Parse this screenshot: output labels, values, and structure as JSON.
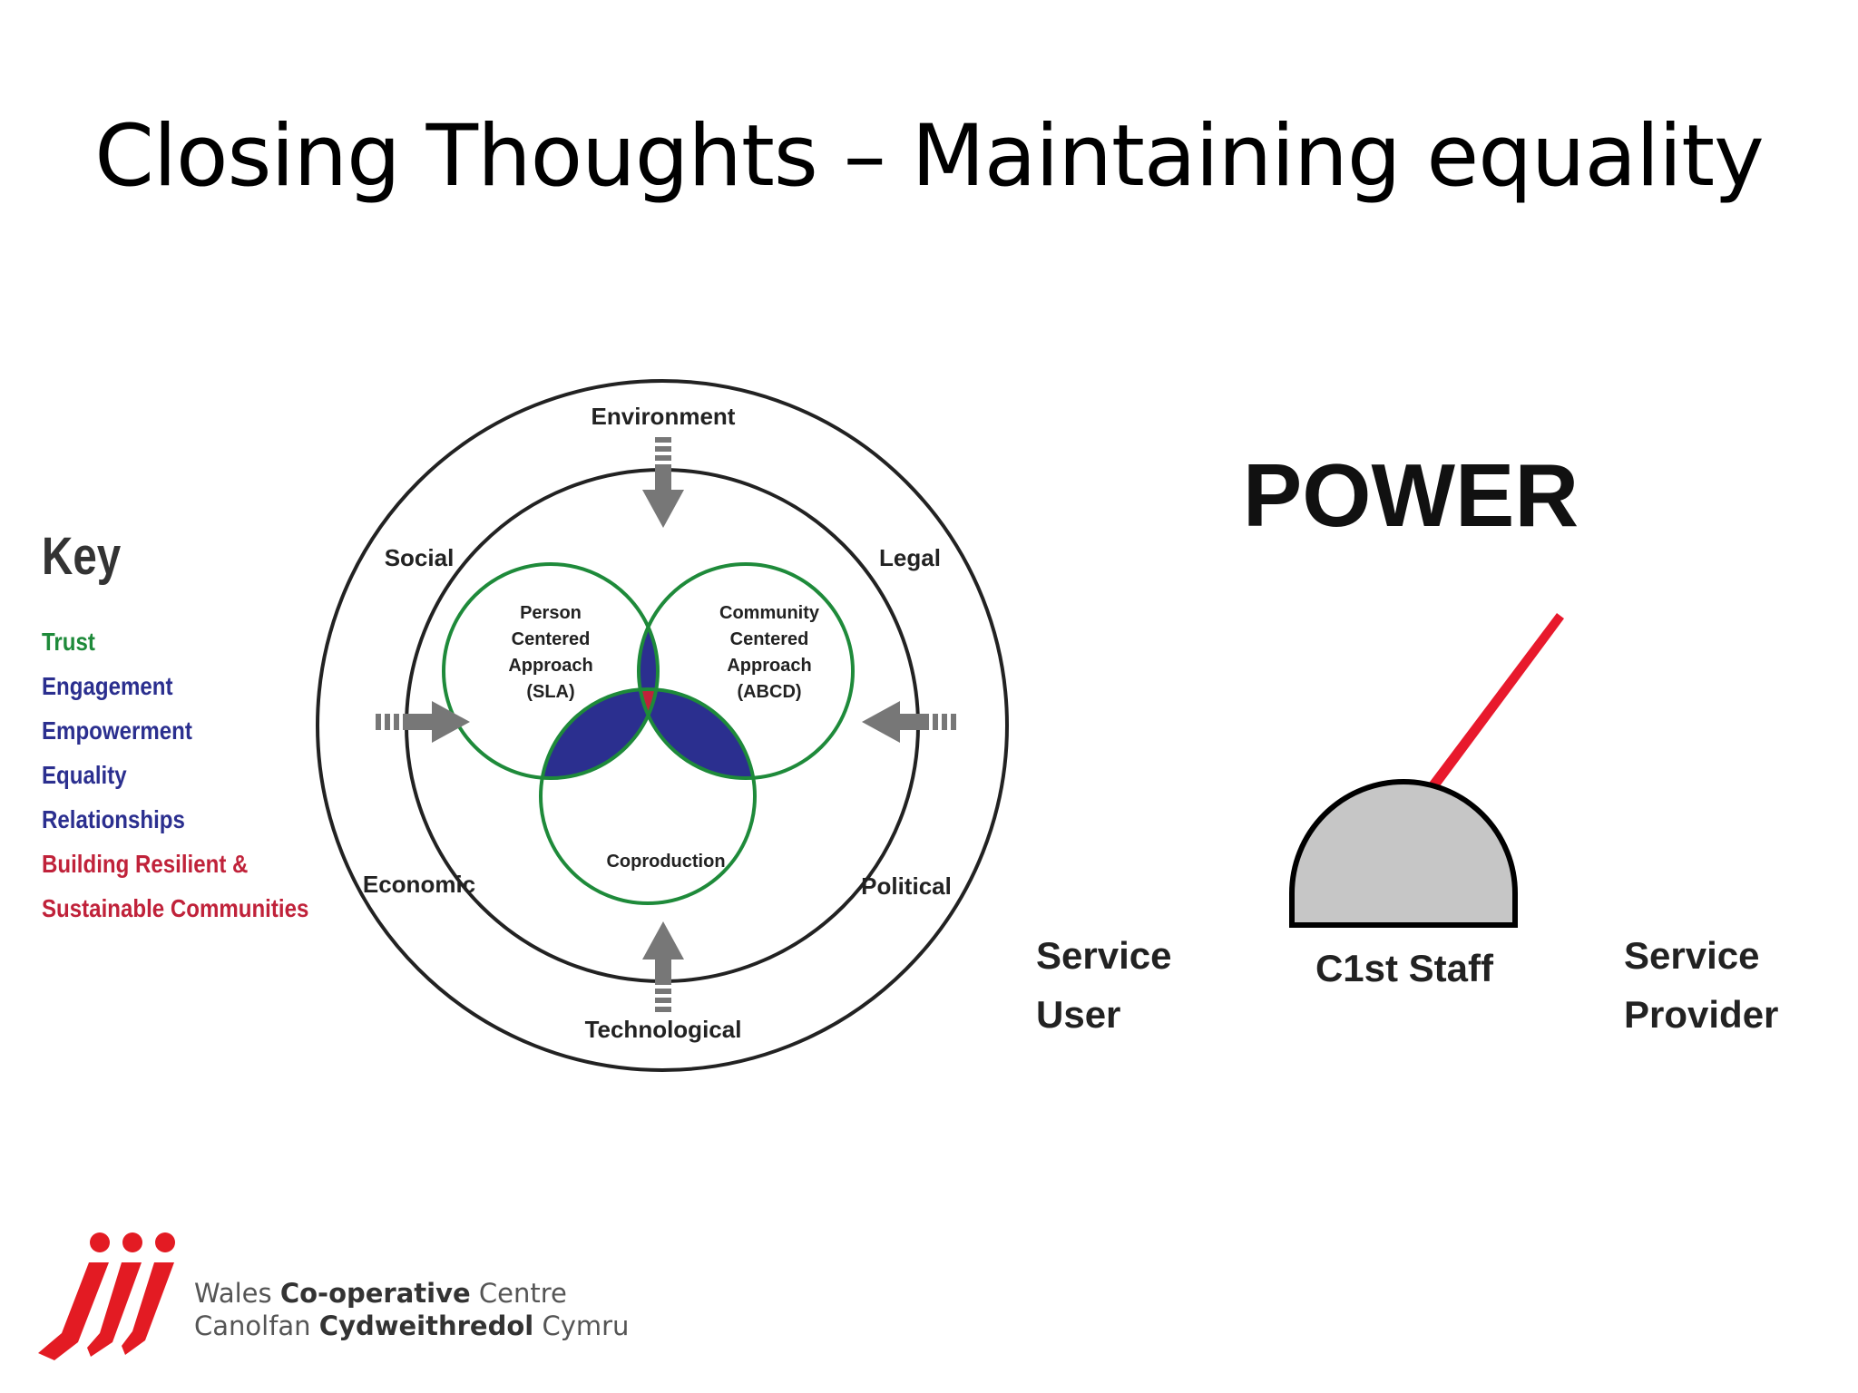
{
  "title": "Closing Thoughts – Maintaining equality",
  "key": {
    "heading": "Key",
    "items": [
      {
        "label": "Trust",
        "color": "#1e8a3a"
      },
      {
        "label": "Engagement",
        "color": "#2b2f8f"
      },
      {
        "label": "Empowerment",
        "color": "#2b2f8f"
      },
      {
        "label": "Equality",
        "color": "#2b2f8f"
      },
      {
        "label": "Relationships",
        "color": "#2b2f8f"
      },
      {
        "label": "Building Resilient &",
        "color": "#c0223a"
      },
      {
        "label": "Sustainable Communities",
        "color": "#c0223a"
      }
    ]
  },
  "diagram": {
    "outer_labels": {
      "top": "Environment",
      "top_left": "Social",
      "top_right": "Legal",
      "bottom_left": "Economic",
      "bottom_right": "Political",
      "bottom": "Technological"
    },
    "venn": {
      "left": [
        "Person",
        "Centered",
        "Approach",
        "(SLA)"
      ],
      "right": [
        "Community",
        "Centered",
        "Approach",
        "(ABCD)"
      ],
      "bottom": "Coproduction"
    },
    "colors": {
      "ring": "#222222",
      "venn_stroke": "#1e8a3a",
      "overlap": "#2b2f8f",
      "center": "#c0223a",
      "arrow": "#777777"
    }
  },
  "power_gauge": {
    "title": "POWER",
    "left_label": [
      "Service",
      "User"
    ],
    "center_label": "C1st Staff",
    "right_label": [
      "Service",
      "Provider"
    ],
    "needle_color": "#e8192c",
    "dome_color": "#c6c6c6"
  },
  "logo": {
    "line1_a": "Wales ",
    "line1_b": "Co-operative",
    "line1_c": " Centre",
    "line2_a": "Canolfan ",
    "line2_b": "Cydweithredol",
    "line2_c": " Cymru",
    "mark_color": "#e31b23"
  }
}
